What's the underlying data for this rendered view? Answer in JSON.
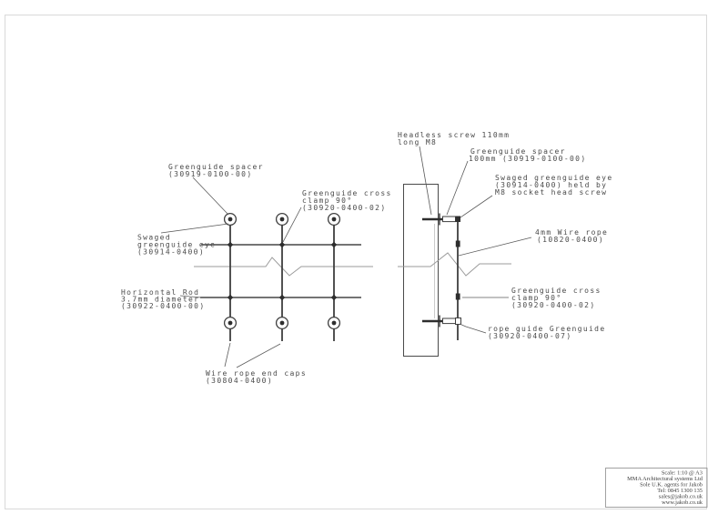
{
  "colors": {
    "background": "#ffffff",
    "page_border": "#d9d9d9",
    "drawing_line": "#3f3f3f",
    "thin_break_line": "#9b9b9b",
    "hidden_line": "#cccccc",
    "text": "#4a4a4a"
  },
  "grid_view": {
    "labels": {
      "spacer": {
        "lines": [
          "Greenguide spacer",
          "(30919-0100-00)"
        ]
      },
      "cross_clamp": {
        "lines": [
          "Greenguide cross",
          "clamp 90°",
          "(30920-0400-02)"
        ]
      },
      "swaged_eye": {
        "lines": [
          "Swaged",
          "greenguide eye",
          "(30914-0400)"
        ]
      },
      "horizontal_rod": {
        "lines": [
          "Horizontal Rod",
          "3.7mm diameter",
          "(30922-0400-00)"
        ]
      },
      "end_caps": {
        "lines": [
          "Wire rope end caps",
          "(30804-0400)"
        ]
      }
    }
  },
  "detail_view": {
    "labels": {
      "headless_screw": {
        "lines": [
          "Headless screw 110mm",
          "long M8"
        ]
      },
      "spacer": {
        "lines": [
          "Greenguide spacer",
          "100mm (30919-0100-00)"
        ]
      },
      "swaged_eye": {
        "lines": [
          "Swaged greenguide eye",
          "(30914-0400) held by",
          "M8 socket head screw"
        ]
      },
      "wire_rope": {
        "lines": [
          "4mm Wire rope",
          "(10820-0400)"
        ]
      },
      "cross_clamp": {
        "lines": [
          "Greenguide cross",
          "clamp 90°",
          "(30920-0400-02)"
        ]
      },
      "rope_guide": {
        "lines": [
          "rope guide Greenguide",
          "(30920-0400-07)"
        ]
      }
    }
  },
  "title_block": {
    "lines": [
      "Scale: 1:10 @ A3",
      "MMA Architectural systems Ltd",
      "Sole U.K. agents for Jakob",
      "Tel: 0845 1300 135",
      "sales@jakob.co.uk",
      "www.jakob.co.uk"
    ]
  }
}
